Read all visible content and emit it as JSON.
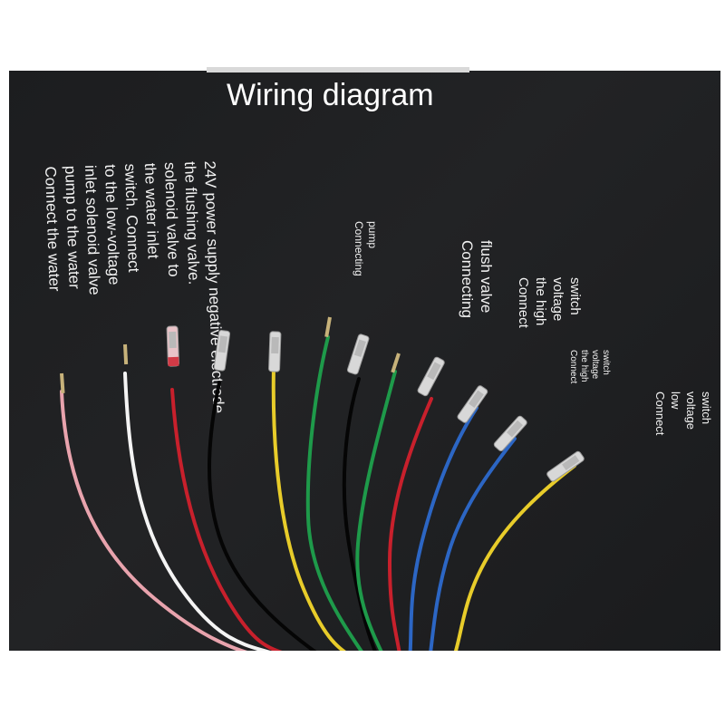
{
  "title": "Wiring diagram",
  "labels": [
    {
      "id": "l1",
      "text": "24V power supply negative electrode\nthe flushing valve.\nsolenoid valve to\nthe water inlet\nswitch. Connect\nto the low-voltage\ninlet solenoid valve\npump to the water\nConnect the water"
    },
    {
      "id": "l2",
      "text": "pump\nConnecting"
    },
    {
      "id": "l3",
      "text": "flush valve\nConnecting"
    },
    {
      "id": "l4",
      "text": "switch\nvoltage\nthe high\nConnect"
    },
    {
      "id": "l5",
      "text": "switch\nvoltage\nthe high\nConnect"
    },
    {
      "id": "l6",
      "text": "switch\nvoltage\nlow\nConnect"
    }
  ],
  "wires": [
    {
      "name": "pink-wire",
      "color": "#e8a3ad",
      "terminal": "stripped"
    },
    {
      "name": "white-wire",
      "color": "#f4f4f4",
      "terminal": "stripped"
    },
    {
      "name": "red-wire-1",
      "color": "#c8202c",
      "terminal": "female-spade-red"
    },
    {
      "name": "black-wire-1",
      "color": "#0d0d0d",
      "terminal": "female-spade"
    },
    {
      "name": "yellow-wire-1",
      "color": "#e8cc2a",
      "terminal": "female-spade"
    },
    {
      "name": "green-wire-1",
      "color": "#1e9a4a",
      "terminal": "stripped"
    },
    {
      "name": "black-wire-2",
      "color": "#0d0d0d",
      "terminal": "female-spade"
    },
    {
      "name": "green-wire-2",
      "color": "#1e9a4a",
      "terminal": "stripped"
    },
    {
      "name": "red-wire-2",
      "color": "#c8202c",
      "terminal": "female-spade"
    },
    {
      "name": "blue-wire-1",
      "color": "#2c66c4",
      "terminal": "female-spade"
    },
    {
      "name": "blue-wire-2",
      "color": "#2c66c4",
      "terminal": "female-spade"
    },
    {
      "name": "yellow-wire-2",
      "color": "#e8cc2a",
      "terminal": "female-spade"
    }
  ]
}
